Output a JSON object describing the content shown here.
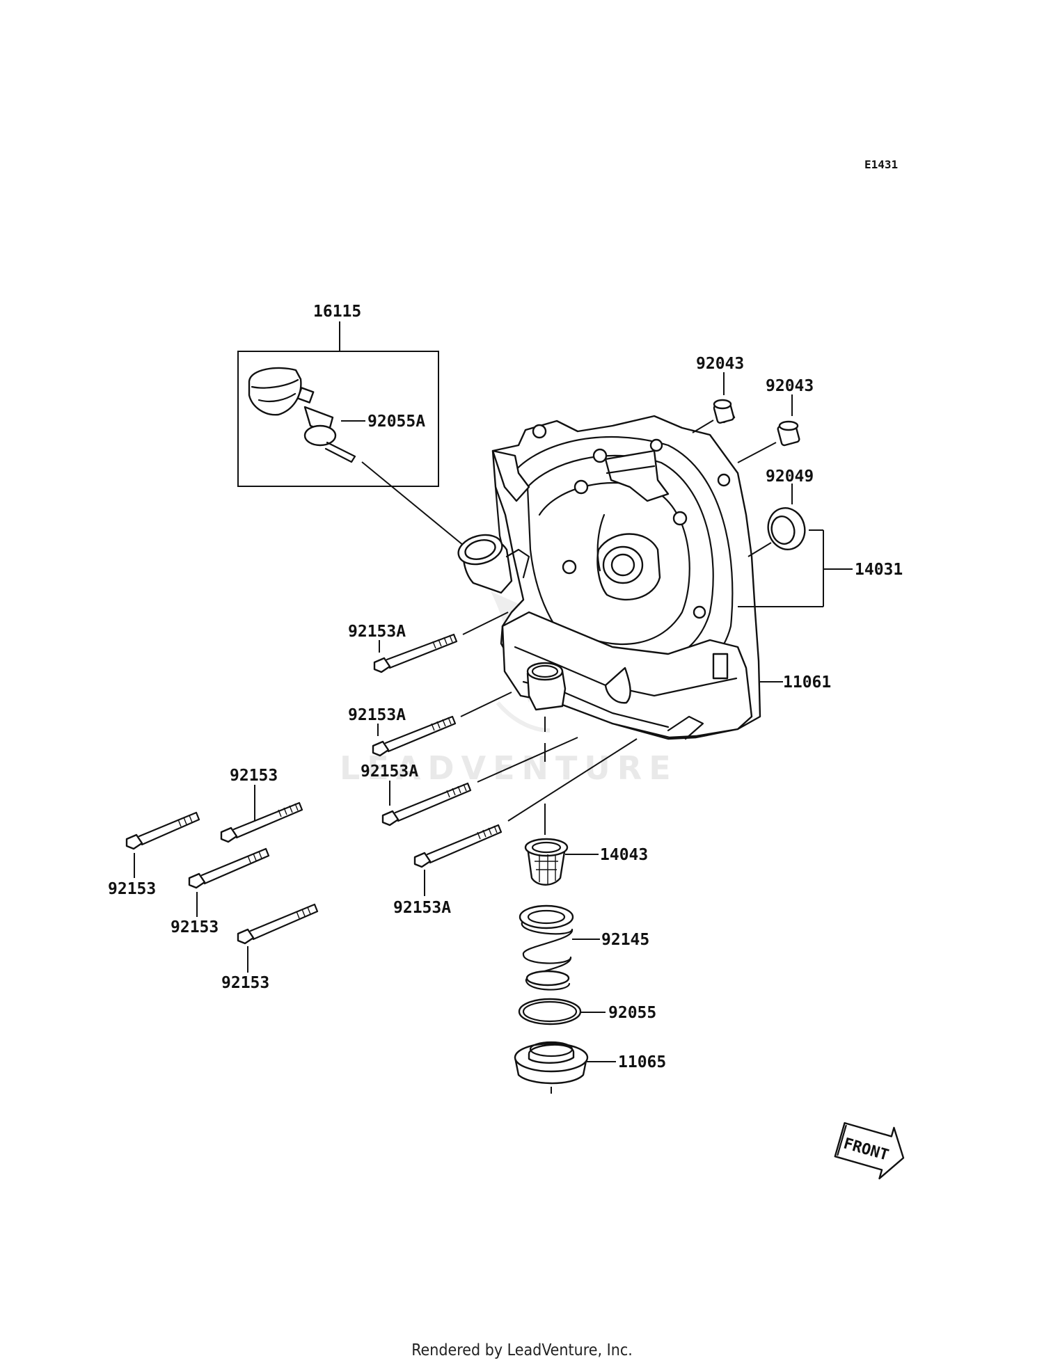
{
  "diagram_code": "E1431",
  "watermark": "LEADVENTURE",
  "footer": "Rendered by LeadVenture, Inc.",
  "front_label": "FRONT",
  "parts": {
    "p16115": "16115",
    "p92055A": "92055A",
    "p92043a": "92043",
    "p92043b": "92043",
    "p92049": "92049",
    "p14031": "14031",
    "p11061": "11061",
    "p92153A_1": "92153A",
    "p92153A_2": "92153A",
    "p92153A_3": "92153A",
    "p92153A_4": "92153A",
    "p92153_1": "92153",
    "p92153_2": "92153",
    "p92153_3": "92153",
    "p92153_4": "92153",
    "p14043": "14043",
    "p92145": "92145",
    "p92055": "92055",
    "p11065": "11065"
  }
}
